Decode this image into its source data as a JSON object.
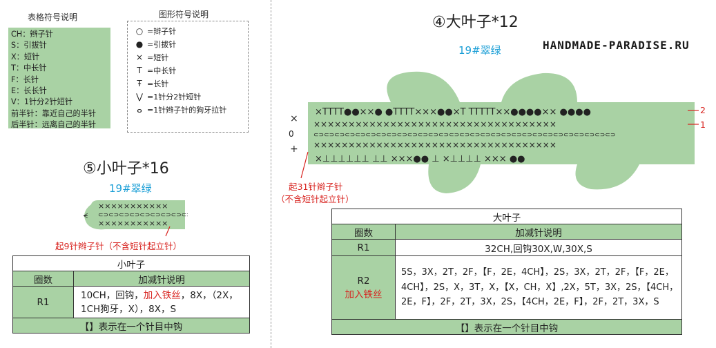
{
  "legend": {
    "title": "表格符号说明",
    "items": [
      "CH：辫子针",
      "S：引拔针",
      "X：短针",
      "T：中长针",
      "F：长针",
      "E：长长针",
      "V：1针分2针短针",
      "前半针：靠近自己的半针",
      "后半针：远离自己的半针"
    ]
  },
  "symbols": {
    "title": "图形符号说明",
    "items": [
      {
        "glyph": "○",
        "label": "=辫子针",
        "icon": "oval-icon"
      },
      {
        "glyph": "●",
        "label": "=引拔针",
        "icon": "dot-icon"
      },
      {
        "glyph": "×",
        "label": "=短针",
        "icon": "cross-icon"
      },
      {
        "glyph": "T",
        "label": "=中长针",
        "icon": "t-icon"
      },
      {
        "glyph": "Ŧ",
        "label": "=长针",
        "icon": "t-bar-icon"
      },
      {
        "glyph": "⋁",
        "label": "=1针分2针短针",
        "icon": "v-icon"
      },
      {
        "glyph": "ⴰ",
        "label": "=1针辫子针的狗牙拉针",
        "icon": "picot-icon"
      }
    ]
  },
  "small_leaf": {
    "title": "⑤小叶子*16",
    "color": "19#翠绿",
    "start_note": "起9针辫子针（不含短针起立针）",
    "table": {
      "header": "小叶子",
      "col_round": "圈数",
      "col_desc": "加减针说明",
      "rows": [
        {
          "round": "R1",
          "desc_part1": "10CH，回钩，",
          "desc_red": "加入铁丝",
          "desc_part2": "，8X，（2X，1CH狗牙，X），8X，S"
        }
      ],
      "footer": "【】表示在一个针目中钩"
    }
  },
  "big_leaf": {
    "title": "④大叶子*12",
    "color": "19#翠绿",
    "start_note_1": "起31针辫子针",
    "start_note_2": "（不含短针起立针）",
    "row_markers": [
      "2",
      "1"
    ],
    "table": {
      "header": "大叶子",
      "col_round": "圈数",
      "col_desc": "加减针说明",
      "rows": [
        {
          "round": "R1",
          "desc": "32CH,回钩30X,W,30X,S"
        },
        {
          "round": "R2",
          "round_red": "加入铁丝",
          "desc": "5S，3X，2T，2F，【F，2E，4CH】，2S，3X，2T，2F，【F，2E，4CH】，2S，X，3T，X，【X，CH，X】,2X，5T，3X，2S，【4CH，2E，F】，2F，2T，3X，2S，【4CH，2E，F】，2F，2T，3X，S"
        }
      ],
      "footer": "【】表示在一个针目中钩"
    }
  },
  "watermark": "HANDMADE-PARADISE.RU",
  "colors": {
    "green": "#a9d2a4",
    "red": "#d8231f",
    "blue": "#1a9ed6"
  }
}
